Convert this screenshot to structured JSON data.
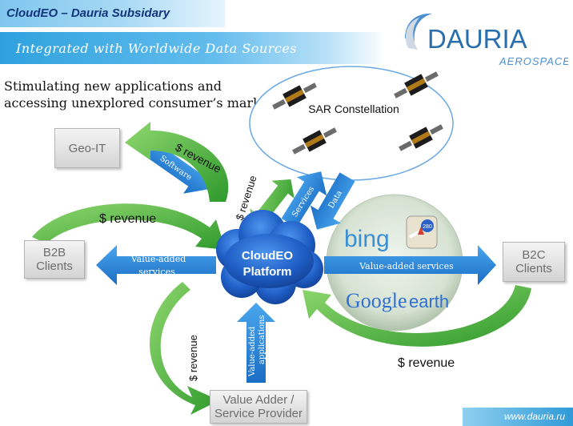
{
  "header": {
    "subsidiary": "CloudEO – Dauria Subsidary",
    "subtitle": "Integrated with Worldwide Data Sources"
  },
  "logo": {
    "name": "DAURIA",
    "sub": "AEROSPACE",
    "color": "#2a6fad"
  },
  "tagline": {
    "line1": "Stimulating new applications and",
    "line2": "accessing unexplored consumer’s market"
  },
  "sar": {
    "label": "SAR Constellation"
  },
  "platform": {
    "line1": "CloudEO",
    "line2": "Platform"
  },
  "nodes": {
    "geoit": "Geo-IT",
    "b2b_line1": "B2B",
    "b2b_line2": "Clients",
    "b2c_line1": "B2C",
    "b2c_line2": "Clients",
    "adder_line1": "Value Adder /",
    "adder_line2": "Service Provider"
  },
  "providers": {
    "bing": "bing",
    "maps_badge": "280",
    "google": "Google",
    "earth": "earth"
  },
  "labels": {
    "revenue": "$ revenue",
    "software": "Software",
    "services": "Services",
    "data": "Data",
    "vas_b2b_1": "Value-added",
    "vas_b2b_2": "services",
    "vas_b2c": "Value-added services",
    "vaa_1": "Value-added",
    "vaa_2": "applications"
  },
  "footer": {
    "url": "www.dauria.ru"
  },
  "colors": {
    "arrow_blue": "#1f7fd0",
    "arrow_green": "#3dae34",
    "platform": "#1c5ec4",
    "header_text": "#12357a"
  }
}
